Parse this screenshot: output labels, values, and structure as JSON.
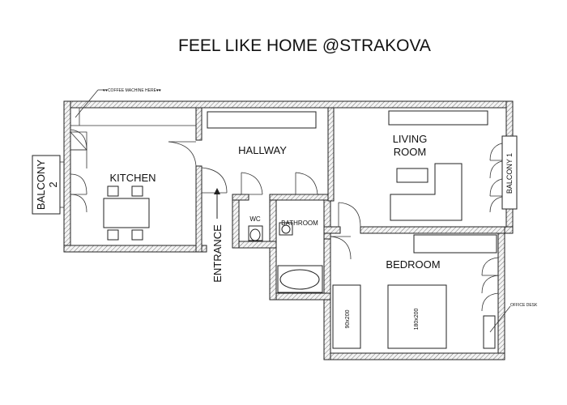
{
  "title": "FEEL LIKE HOME @STRAKOVA",
  "notes": {
    "coffee": "♥♥COFFEE MACHINE HERE♥♥",
    "office_desk": "OFFICE DESK"
  },
  "rooms": {
    "kitchen": "KITCHEN",
    "hallway": "HALLWAY",
    "living_room_line1": "LIVING",
    "living_room_line2": "ROOM",
    "bedroom": "BEDROOM",
    "wc": "WC",
    "bathroom": "BATHROOM",
    "balcony1": "BALCONY 1",
    "balcony2_line1": "BALCONY",
    "balcony2_line2": "2",
    "entrance": "ENTRANCE"
  },
  "beds": {
    "single": "90x200",
    "double": "180x200"
  }
}
